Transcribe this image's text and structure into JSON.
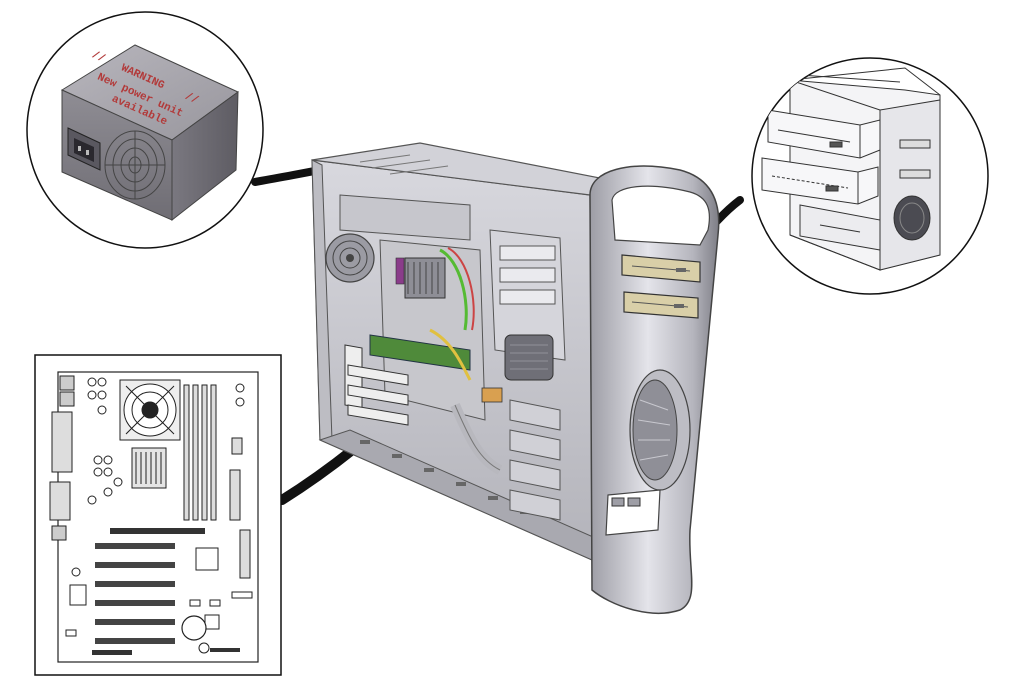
{
  "psu_callout": {
    "warning_title": "WARNING",
    "warning_marks": "//",
    "warning_line1": "New power unit",
    "warning_line2": "available"
  },
  "colors": {
    "leader_line": "#111111",
    "case_gray": "#c9c9cf",
    "psu_gray": "#8c8a92",
    "board_green": "#4f8a3a",
    "drive_beige": "#d9cfa8",
    "warning_red": "#b23a3a"
  }
}
